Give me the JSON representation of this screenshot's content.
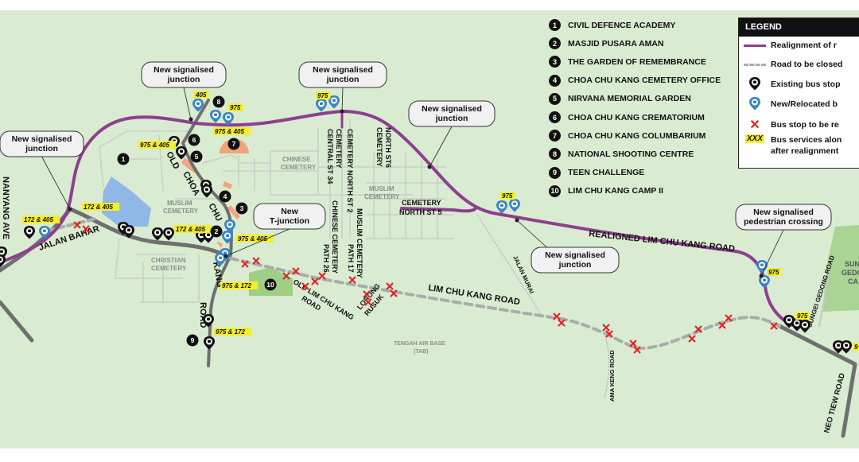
{
  "places": [
    {
      "num": "1",
      "name": "CIVIL DEFENCE ACADEMY"
    },
    {
      "num": "2",
      "name": "MASJID PUSARA AMAN"
    },
    {
      "num": "3",
      "name": "THE GARDEN OF REMEMBRANCE"
    },
    {
      "num": "4",
      "name": "CHOA CHU KANG CEMETERY OFFICE"
    },
    {
      "num": "5",
      "name": "NIRVANA MEMORIAL GARDEN"
    },
    {
      "num": "6",
      "name": "CHOA CHU KANG CREMATORIUM"
    },
    {
      "num": "7",
      "name": "CHOA CHU KANG COLUMBARIUM"
    },
    {
      "num": "8",
      "name": "NATIONAL SHOOTING CENTRE"
    },
    {
      "num": "9",
      "name": "TEEN CHALLENGE"
    },
    {
      "num": "10",
      "name": "LIM CHU KANG CAMP II"
    }
  ],
  "legend": {
    "title": "LEGEND",
    "items": [
      {
        "icon": "purple-line",
        "text": "Realignment of r"
      },
      {
        "icon": "gray-dashed-line",
        "text": "Road to be closed"
      },
      {
        "icon": "black-bus-stop-pin",
        "text": "Existing bus stop"
      },
      {
        "icon": "blue-bus-stop-pin",
        "text": "New/Relocated b"
      },
      {
        "icon": "red-cross",
        "text": "Bus stop to be re"
      },
      {
        "icon": "yellow-tag",
        "tag": "XXX",
        "text": "Bus services alon",
        "text2": "after realignment"
      }
    ]
  },
  "callouts": {
    "c1": [
      "New signalised",
      "junction"
    ],
    "c2": [
      "New signalised",
      "junction"
    ],
    "c3": [
      "New signalised",
      "junction"
    ],
    "c4": [
      "New signalised",
      "junction"
    ],
    "c5": [
      "New",
      "T-junction"
    ],
    "c6": [
      "New signalised",
      "junction"
    ],
    "c7": [
      "New signalised",
      "pedestrian crossing"
    ]
  },
  "roads": {
    "nanyang": "NANYANG AVE",
    "jalan_bahar": "JALAN BAHAR",
    "old": "OLD",
    "choa": "CHOA",
    "chu": "CHU",
    "kang": "KANG",
    "road": "ROAD",
    "central34": [
      "CEMETERY",
      "CENTRAL ST 34"
    ],
    "north2": "CEMETERY NORTH ST 2",
    "north6": [
      "CEMETERY",
      "NORTH ST6"
    ],
    "north5": [
      "CEMETERY",
      "NORTH ST 5"
    ],
    "chinese_path": [
      "CHINESE CEMETERY",
      "PATH 26"
    ],
    "muslim_path": [
      "MUSLIM CEMETERY",
      "PATH 17"
    ],
    "old_lck": [
      "OLD LIM CHU KANG",
      "ROAD"
    ],
    "lorong": [
      "LORONG",
      "RUSUK"
    ],
    "lck": "LIM CHU KANG ROAD",
    "realigned": "REALIGNED LIM CHU KANG ROAD",
    "jalan_murai": "JALAN MURAI",
    "ama_keng": "AMA KENG ROAD",
    "sungei_gedong": "SUNGEI GEDONG ROAD",
    "neo_tiew": "NEO TIEW ROAD"
  },
  "areas": {
    "chinese_cem": [
      "CHINESE",
      "CEMETERY"
    ],
    "muslim_cem_1": [
      "MUSLIM",
      "CEMETERY"
    ],
    "muslim_cem_2": [
      "MUSLIM",
      "CEMETERY"
    ],
    "christian_cem": [
      "CHRISTIAN",
      "CEMETERY"
    ],
    "tengah": [
      "TENGAH AIR BASE",
      "(TAB)"
    ],
    "camp": [
      "SUN",
      "GEDO",
      "CA"
    ]
  },
  "bus_labels": [
    "405",
    "975",
    "975",
    "975 & 405",
    "975 & 405",
    "172 & 405",
    "172 & 405",
    "172 & 405",
    "975 & 405",
    "975 & 172",
    "975 & 172",
    "975",
    "975",
    "975",
    "9"
  ],
  "colors": {
    "background": "#d9ebd1",
    "purple": "#8e3f8e",
    "gray_road": "#6f6f6f",
    "closed_road": "#a9ada9",
    "bus_tag": "#f5ee2a",
    "blue_pin": "#3a86c4",
    "red_cross": "#e02020",
    "orange": "#f2a57a",
    "water": "#8fb8e6",
    "green_patch": "#9fcf86"
  }
}
